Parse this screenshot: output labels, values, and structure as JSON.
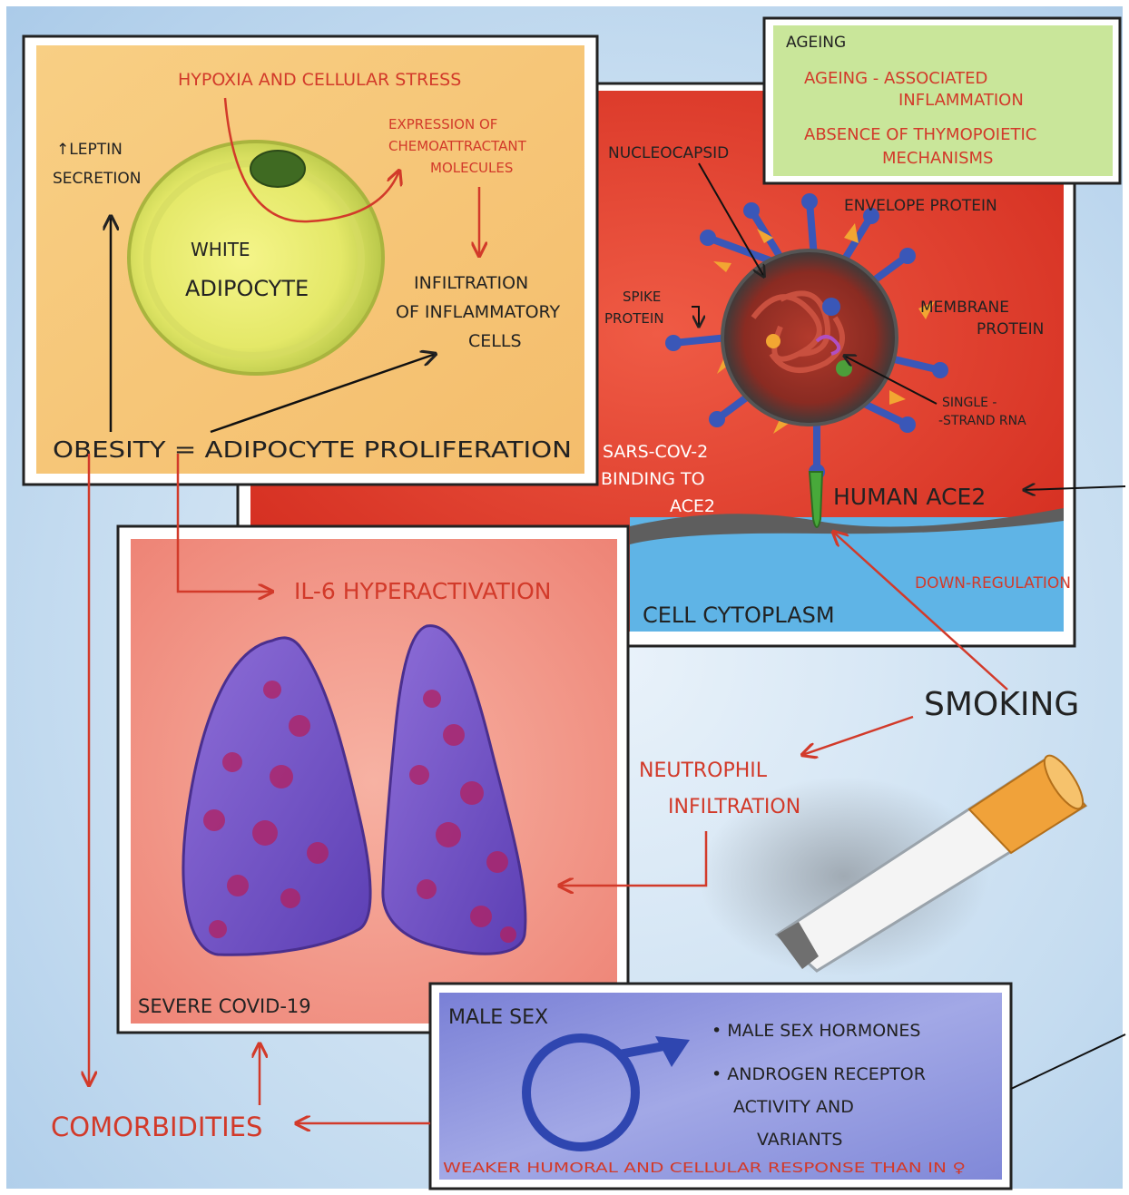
{
  "obesity_panel": {
    "hypoxia": "HYPOXIA AND CELLULAR STRESS",
    "leptin_line1": "↑LEPTIN",
    "leptin_line2": "SECRETION",
    "chemo_line1": "EXPRESSION OF",
    "chemo_line2": "CHEMOATTRACTANT",
    "chemo_line3": "MOLECULES",
    "adipocyte_line1": "WHITE",
    "adipocyte_line2": "ADIPOCYTE",
    "infiltration_line1": "INFILTRATION",
    "infiltration_line2": "OF INFLAMMATORY",
    "infiltration_line3": "CELLS",
    "obesity": "OBESITY = ADIPOCYTE PROLIFERATION"
  },
  "ageing_panel": {
    "title": "AGEING",
    "line1": "AGEING - ASSOCIATED",
    "line2": "INFLAMMATION",
    "line3": "ABSENCE OF THYMOPOIETIC",
    "line4": "MECHANISMS"
  },
  "virus_panel": {
    "nucleocapsid": "NUCLEOCAPSID",
    "envelope": "ENVELOPE PROTEIN",
    "spike_line1": "SPIKE",
    "spike_line2": "PROTEIN",
    "membrane_line1": "MEMBRANE",
    "membrane_line2": "PROTEIN",
    "rna_line1": "SINGLE -",
    "rna_line2": "-STRAND RNA",
    "binding_line1": "SARS-COV-2",
    "binding_line2": "BINDING TO",
    "binding_line3": "ACE2",
    "ace2": "HUMAN ACE2",
    "cytoplasm": "CELL CYTOPLASM"
  },
  "labels": {
    "downregulation": "DOWN-REGULATION",
    "il6": "IL-6 HYPERACTIVATION",
    "smoking": "SMOKING",
    "neutrophil_line1": "NEUTROPHIL",
    "neutrophil_line2": "INFILTRATION",
    "severe": "SEVERE COVID-19",
    "comorbidities": "COMORBIDITIES"
  },
  "male_panel": {
    "title": "MALE SEX",
    "bullet1": "• MALE SEX HORMONES",
    "bullet2_line1": "• ANDROGEN RECEPTOR",
    "bullet2_line2": "ACTIVITY AND",
    "bullet2_line3": "VARIANTS",
    "response": "WEAKER HUMORAL AND CELLULAR RESPONSE THAN IN ♀"
  },
  "colors": {
    "accent_red": "#d23a2a",
    "obesity_bg": "#f6c877",
    "ageing_bg": "#c9e69a",
    "virus_bg": "#e0392a",
    "lung_bg": "#f19a8c",
    "male_bg": "#8f97dc",
    "sky_bg": "#bcd6ee"
  }
}
